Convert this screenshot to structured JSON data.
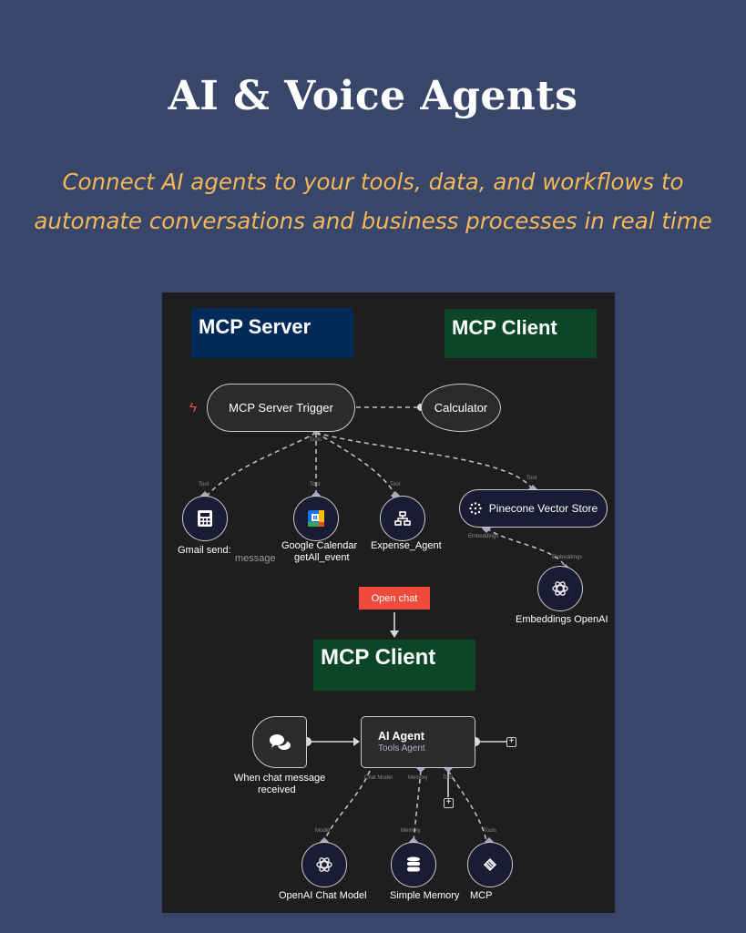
{
  "page": {
    "title": "AI & Voice Agents",
    "subtitle": "Connect AI agents to your tools, data, and workflows to automate conversations and business processes in real time"
  },
  "workflow": {
    "headings": {
      "server": "MCP Server",
      "client_top": "MCP Client",
      "client_bottom": "MCP Client"
    },
    "server_section": {
      "trigger": {
        "label": "MCP Server Trigger",
        "icon": "lightning-icon"
      },
      "calculator": {
        "label": "Calculator"
      },
      "trigger_port_label": "Tools",
      "tools": [
        {
          "label": "Gmail send:",
          "sublabel": "message",
          "port_label": "Tool",
          "icon": "calculator-icon"
        },
        {
          "label": "Google Calendar",
          "sublabel": "getAll_event",
          "port_label": "Tool",
          "icon": "google-calendar-icon"
        },
        {
          "label": "Expense_Agent",
          "sublabel": "",
          "port_label": "Tool",
          "icon": "sitemap-icon"
        }
      ],
      "pinecone": {
        "label": "Pinecone Vector Store",
        "port_top": "Tool",
        "port_bottom": "Embeddings",
        "icon": "pinecone-icon"
      },
      "embeddings": {
        "label": "Embeddings OpenAI",
        "port_label": "Embeddings",
        "icon": "openai-icon"
      }
    },
    "open_chat_button": "Open chat",
    "client_section": {
      "chat_trigger": {
        "label_line1": "When chat message",
        "label_line2": "received",
        "icon": "chat-bubbles-icon"
      },
      "agent": {
        "name": "AI Agent",
        "type": "Tools Agent"
      },
      "agent_ports": [
        "Chat Model",
        "Memory",
        "Tool"
      ],
      "sub_nodes": [
        {
          "label": "OpenAI Chat Model",
          "port_label": "Model",
          "icon": "openai-icon"
        },
        {
          "label": "Simple Memory",
          "port_label": "Memory",
          "icon": "database-icon"
        },
        {
          "label": "MCP",
          "port_label": "Tools",
          "icon": "mcp-icon"
        }
      ]
    },
    "colors": {
      "page_bg": "#38466a",
      "canvas_bg": "#1e1e1e",
      "server_heading": "#022a58",
      "client_heading": "#0b4726",
      "accent_red": "#ee4b3c",
      "subtitle": "#f4b759"
    }
  }
}
